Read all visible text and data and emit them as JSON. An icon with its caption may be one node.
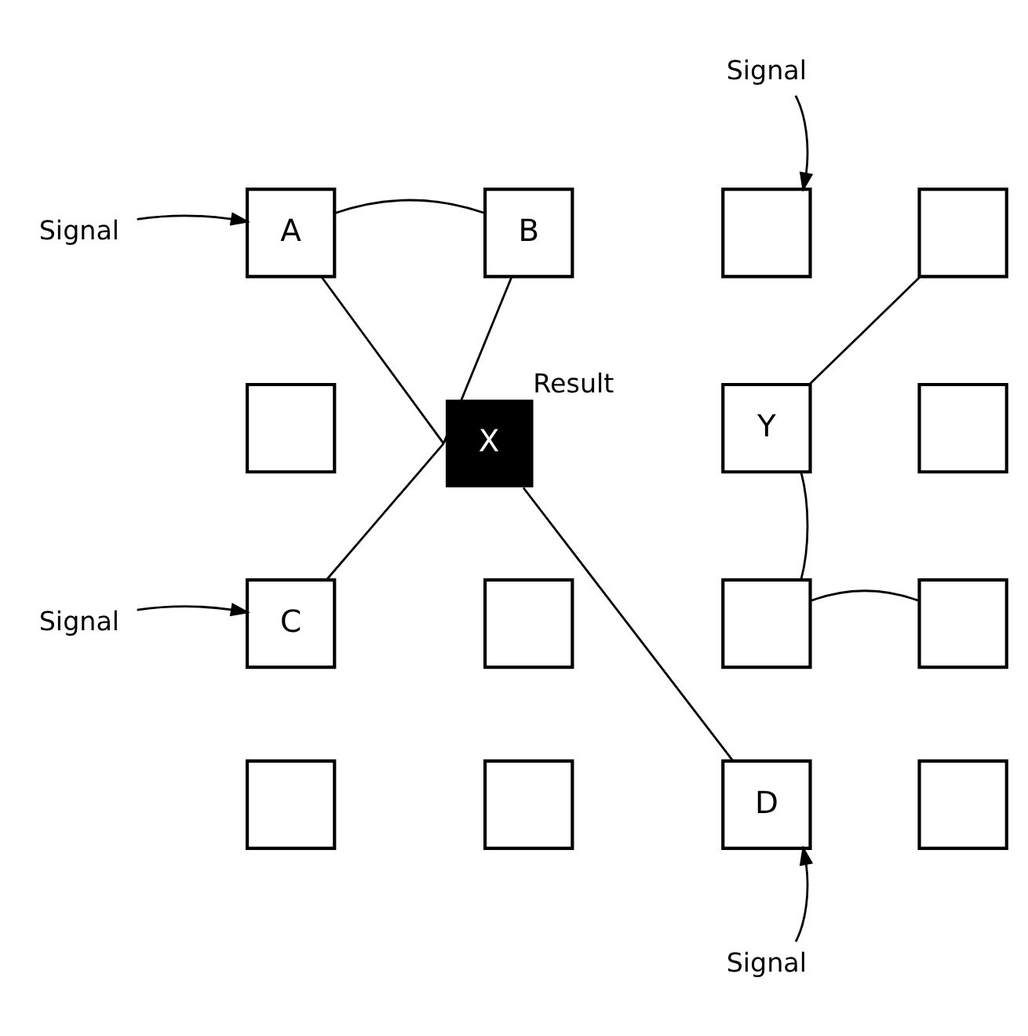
{
  "diagram": {
    "nodes": [
      {
        "text": [
          "Signal"
        ]
      },
      {
        "text": [
          "Signal"
        ]
      },
      {
        "text": [
          "A"
        ]
      },
      {
        "text": [
          "B"
        ]
      },
      {
        "text": [],
        "shape": "box"
      },
      {
        "text": [],
        "shape": "box"
      },
      {
        "text": [],
        "shape": "box"
      },
      {
        "text": [
          "X"
        ],
        "beside": [
          "Result"
        ]
      },
      {
        "text": [
          "Y"
        ]
      },
      {
        "text": [],
        "shape": "box"
      },
      {
        "text": [
          "Signal"
        ]
      },
      {
        "text": [
          "C"
        ]
      },
      {
        "text": [],
        "shape": "box"
      },
      {
        "text": [],
        "shape": "box"
      },
      {
        "text": [],
        "shape": "box"
      },
      {
        "text": [],
        "shape": "box"
      },
      {
        "text": [],
        "shape": "box"
      },
      {
        "text": [
          "D"
        ]
      },
      {
        "text": [],
        "shape": "box"
      },
      {
        "text": [
          "Signal"
        ]
      }
    ],
    "edges": [
      {
        "from": 0,
        "to": 4,
        "arrow": "to"
      },
      {
        "from": 1,
        "to": 2,
        "arrow": "to"
      },
      {
        "from": 2,
        "to": 3,
        "arrow": "none"
      },
      {
        "from": 2,
        "to": 7,
        "arrow": "none"
      },
      {
        "from": 3,
        "to": 7,
        "arrow": "none"
      },
      {
        "from": 8,
        "to": 5,
        "arrow": "none"
      },
      {
        "from": 11,
        "to": 7,
        "arrow": "none"
      },
      {
        "from": 10,
        "to": 11,
        "arrow": "to"
      },
      {
        "from": 7,
        "to": 17,
        "arrow": "none"
      },
      {
        "from": 8,
        "to": 13,
        "arrow": "none"
      },
      {
        "from": 13,
        "to": 14,
        "arrow": "none"
      },
      {
        "from": 19,
        "to": 17,
        "arrow": "to"
      }
    ]
  }
}
